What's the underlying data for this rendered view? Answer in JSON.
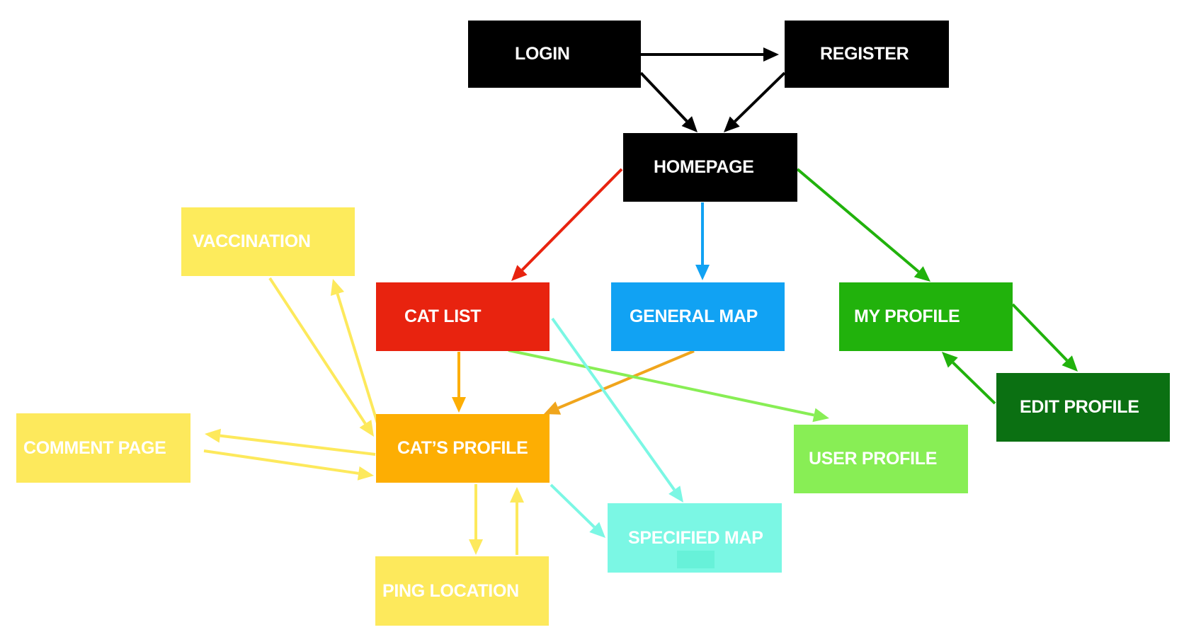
{
  "colors": {
    "black": "#000000",
    "red": "#e8230f",
    "blue": "#11a2f3",
    "green": "#21b20c",
    "dark_green": "#0b7012",
    "light_green": "#88ee55",
    "orange": "#fdae03",
    "yellow": "#fde95c",
    "cyan": "#7bf7e4",
    "text": "#ffffff"
  },
  "nodes": {
    "login": {
      "label": "LOGIN",
      "color": "#000000"
    },
    "register": {
      "label": "REGISTER",
      "color": "#000000"
    },
    "homepage": {
      "label": "HOMEPAGE",
      "color": "#000000"
    },
    "vaccination": {
      "label": "VACCINATION",
      "color": "#fdeb5c"
    },
    "cat_list": {
      "label": "CAT LIST",
      "color": "#e8230f"
    },
    "general_map": {
      "label": "GENERAL MAP",
      "color": "#11a2f3"
    },
    "my_profile": {
      "label": "MY PROFILE",
      "color": "#21b20c"
    },
    "edit_profile": {
      "label": "EDIT PROFILE",
      "color": "#0b7012"
    },
    "comment_page": {
      "label": "COMMENT PAGE",
      "color": "#fde95c"
    },
    "cats_profile": {
      "label": "CAT’S PROFILE",
      "color": "#fdae03"
    },
    "user_profile": {
      "label": "USER PROFILE",
      "color": "#88ee55"
    },
    "specified_map": {
      "label": "SPECIFIED MAP",
      "color": "#7bf7e4"
    },
    "ping_location": {
      "label": "PING LOCATION",
      "color": "#fde95c"
    }
  },
  "edges": [
    {
      "from": "login",
      "to": "register",
      "color": "#000000"
    },
    {
      "from": "login",
      "to": "homepage",
      "color": "#000000"
    },
    {
      "from": "register",
      "to": "homepage",
      "color": "#000000"
    },
    {
      "from": "homepage",
      "to": "cat_list",
      "color": "#e8230f"
    },
    {
      "from": "homepage",
      "to": "general_map",
      "color": "#11a2f3"
    },
    {
      "from": "homepage",
      "to": "my_profile",
      "color": "#21b20c"
    },
    {
      "from": "my_profile",
      "to": "edit_profile",
      "color": "#21b20c"
    },
    {
      "from": "edit_profile",
      "to": "my_profile",
      "color": "#21b20c"
    },
    {
      "from": "cat_list",
      "to": "cats_profile",
      "color": "#fdae03"
    },
    {
      "from": "general_map",
      "to": "cats_profile",
      "color": "#f0a51c"
    },
    {
      "from": "cat_list",
      "to": "user_profile",
      "color": "#88ee55"
    },
    {
      "from": "cat_list",
      "to": "specified_map",
      "color": "#7bf7e4"
    },
    {
      "from": "cats_profile",
      "to": "specified_map",
      "color": "#7bf7e4"
    },
    {
      "from": "vaccination",
      "to": "cats_profile",
      "color": "#fde95c"
    },
    {
      "from": "cats_profile",
      "to": "vaccination",
      "color": "#fde95c"
    },
    {
      "from": "cats_profile",
      "to": "comment_page",
      "color": "#fde95c"
    },
    {
      "from": "comment_page",
      "to": "cats_profile",
      "color": "#fde95c"
    },
    {
      "from": "cats_profile",
      "to": "ping_location",
      "color": "#fde95c"
    },
    {
      "from": "ping_location",
      "to": "cats_profile",
      "color": "#fde95c"
    }
  ]
}
